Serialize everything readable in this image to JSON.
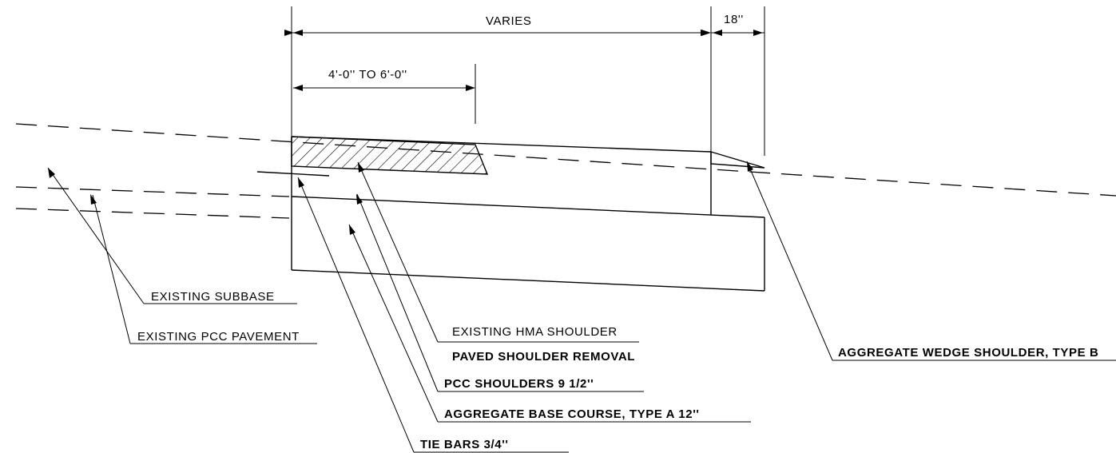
{
  "dimensions": {
    "varies": "VARIES",
    "wedge_width": "18''",
    "removal_width": "4'-0'' TO 6'-0''"
  },
  "callouts": {
    "existing_subbase": "EXISTING SUBBASE",
    "existing_pcc_pavement": "EXISTING PCC PAVEMENT",
    "existing_hma_shoulder": "EXISTING HMA SHOULDER",
    "paved_shoulder_removal": "PAVED SHOULDER REMOVAL",
    "pcc_shoulders": "PCC SHOULDERS 9 1/2''",
    "aggregate_base_course": "AGGREGATE BASE COURSE, TYPE A 12''",
    "tie_bars": "TIE BARS 3/4''",
    "aggregate_wedge_shoulder": "AGGREGATE WEDGE SHOULDER, TYPE B"
  }
}
